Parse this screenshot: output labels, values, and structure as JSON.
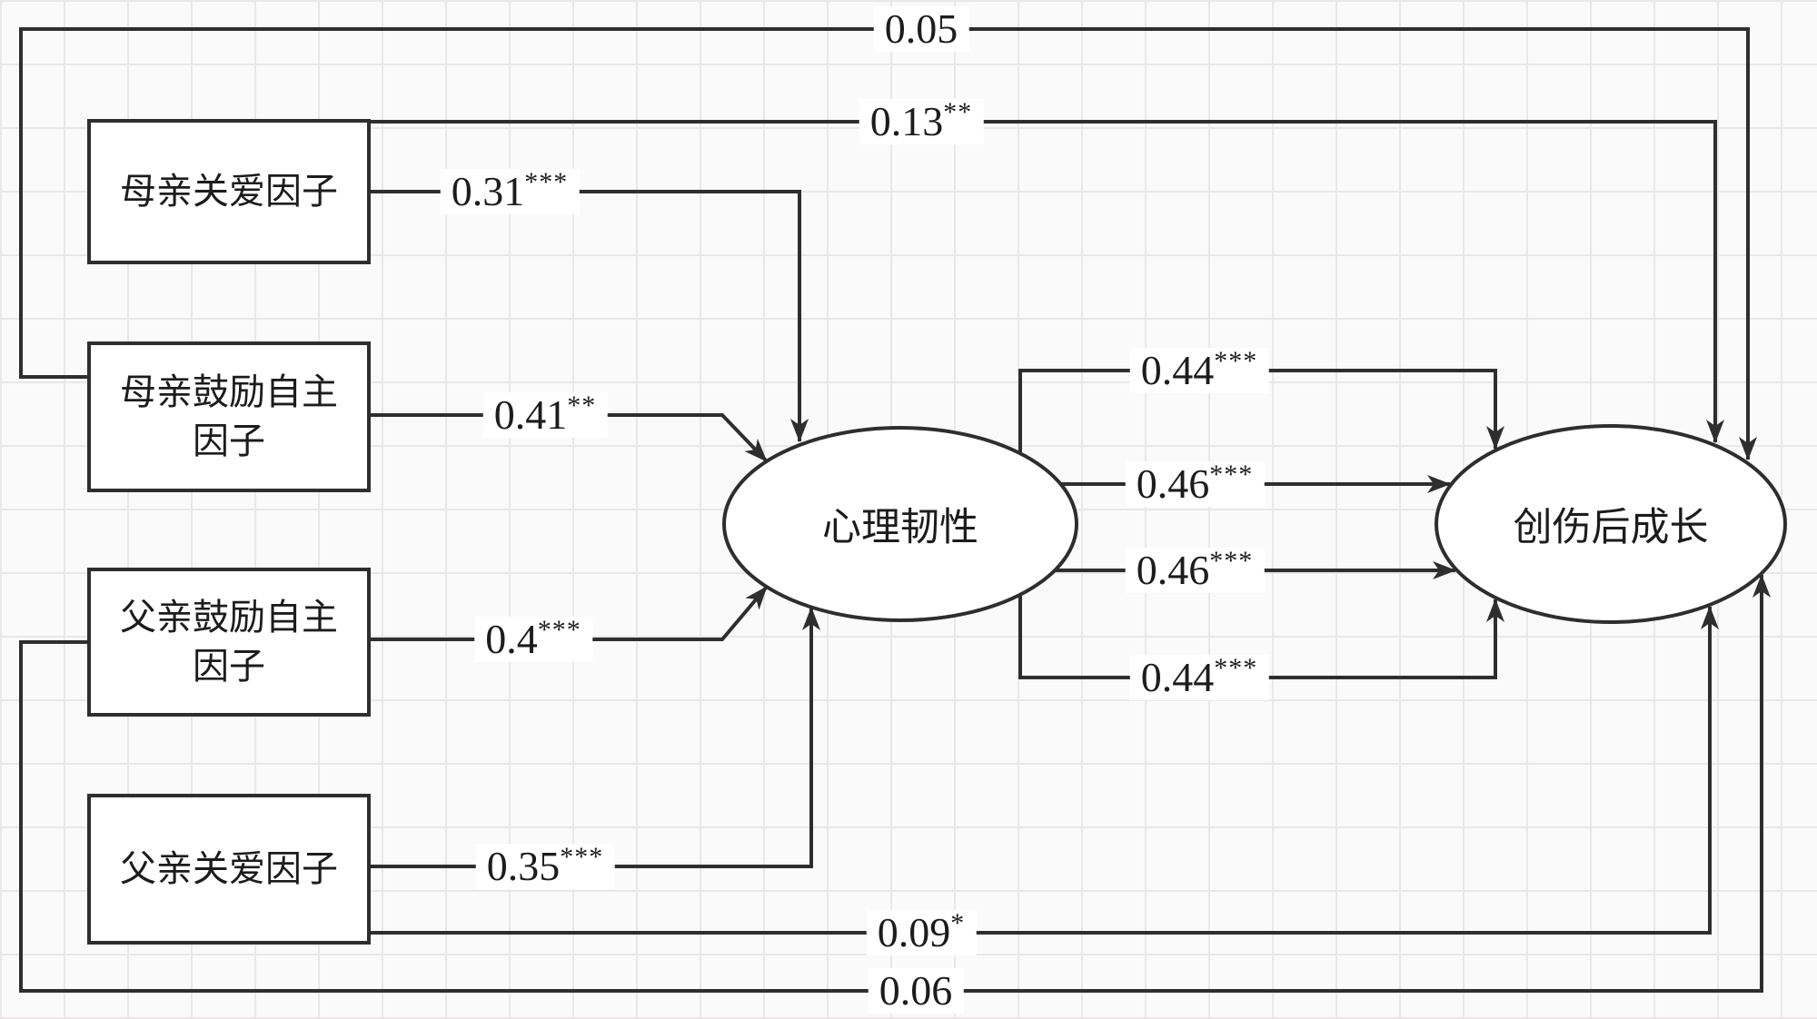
{
  "colors": {
    "line": "#2e2e2e",
    "node_fill": "#ffffff",
    "grid": "#eae6ea",
    "background": "#fbfafb"
  },
  "nodes": {
    "boxes": [
      {
        "id": "mother-care",
        "label": "母亲关爱因子"
      },
      {
        "id": "mother-autonomy",
        "label": "母亲鼓励自主\n因子"
      },
      {
        "id": "father-autonomy",
        "label": "父亲鼓励自主\n因子"
      },
      {
        "id": "father-care",
        "label": "父亲关爱因子"
      }
    ],
    "ellipses": [
      {
        "id": "resilience",
        "label": "心理韧性"
      },
      {
        "id": "ptg",
        "label": "创伤后成长"
      }
    ]
  },
  "paths": [
    {
      "from": "母亲鼓励自主因子",
      "to": "创伤后成长",
      "value": "0.05",
      "stars": ""
    },
    {
      "from": "母亲关爱因子",
      "to": "创伤后成长",
      "value": "0.13",
      "stars": "**"
    },
    {
      "from": "母亲关爱因子",
      "to": "心理韧性",
      "value": "0.31",
      "stars": "***"
    },
    {
      "from": "母亲鼓励自主因子",
      "to": "心理韧性",
      "value": "0.41",
      "stars": "**"
    },
    {
      "from": "父亲鼓励自主因子",
      "to": "心理韧性",
      "value": "0.4",
      "stars": "***"
    },
    {
      "from": "父亲关爱因子",
      "to": "心理韧性",
      "value": "0.35",
      "stars": "***"
    },
    {
      "from": "心理韧性",
      "to": "创伤后成长",
      "value": "0.44",
      "stars": "***"
    },
    {
      "from": "心理韧性",
      "to": "创伤后成长",
      "value": "0.46",
      "stars": "***"
    },
    {
      "from": "心理韧性",
      "to": "创伤后成长",
      "value": "0.46",
      "stars": "***"
    },
    {
      "from": "心理韧性",
      "to": "创伤后成长",
      "value": "0.44",
      "stars": "***"
    },
    {
      "from": "父亲关爱因子",
      "to": "创伤后成长",
      "value": "0.09",
      "stars": "*"
    },
    {
      "from": "父亲鼓励自主因子",
      "to": "创伤后成长",
      "value": "0.06",
      "stars": ""
    }
  ]
}
